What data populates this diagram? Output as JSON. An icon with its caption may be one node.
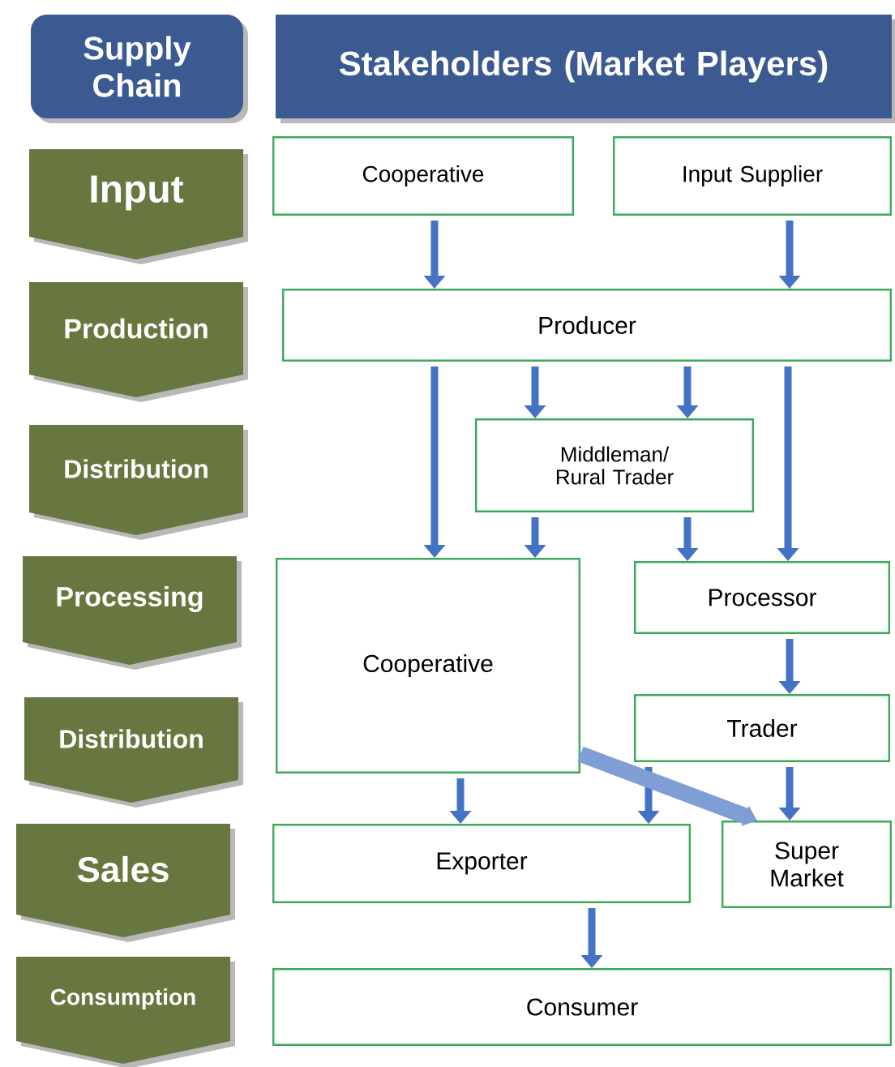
{
  "diagram": {
    "nodes": [
      {
        "text": [
          "Supply Chain"
        ]
      },
      {
        "text": [
          "Stakeholders (Market Players)"
        ]
      },
      {
        "text": [
          "Input"
        ]
      },
      {
        "text": [
          "Production"
        ]
      },
      {
        "text": [
          "Distribution"
        ]
      },
      {
        "text": [
          "Processing"
        ]
      },
      {
        "text": [
          "Distribution"
        ]
      },
      {
        "text": [
          "Sales"
        ]
      },
      {
        "text": [
          "Consumption"
        ]
      },
      {
        "text": [
          "Cooperative"
        ]
      },
      {
        "text": [
          "Input Supplier"
        ]
      },
      {
        "text": [
          "Producer"
        ]
      },
      {
        "text": [
          "Middleman/ Rural Trader"
        ]
      },
      {
        "text": [
          "Cooperative"
        ]
      },
      {
        "text": [
          "Processor"
        ]
      },
      {
        "text": [
          "Trader"
        ]
      },
      {
        "text": [
          "Exporter"
        ]
      },
      {
        "text": [
          "Super Market"
        ]
      },
      {
        "text": [
          "Consumer"
        ]
      }
    ],
    "edges": [
      {
        "from": 9,
        "to": 11,
        "arrow": "to"
      },
      {
        "from": 10,
        "to": 11,
        "arrow": "to"
      },
      {
        "from": 11,
        "to": 13,
        "arrow": "to"
      },
      {
        "from": 11,
        "to": 12,
        "arrow": "to"
      },
      {
        "from": 11,
        "to": 12,
        "arrow": "to"
      },
      {
        "from": 11,
        "to": 14,
        "arrow": "to"
      },
      {
        "from": 12,
        "to": 13,
        "arrow": "to"
      },
      {
        "from": 12,
        "to": 14,
        "arrow": "to"
      },
      {
        "from": 14,
        "to": 15,
        "arrow": "to"
      },
      {
        "from": 13,
        "to": 16,
        "arrow": "to"
      },
      {
        "from": 15,
        "to": 16,
        "arrow": "to"
      },
      {
        "from": 13,
        "to": 17,
        "arrow": "to",
        "style": "thick",
        "color": "#7f9ed6"
      },
      {
        "from": 15,
        "to": 17,
        "arrow": "to"
      },
      {
        "from": 16,
        "to": 18,
        "arrow": "to"
      }
    ]
  }
}
